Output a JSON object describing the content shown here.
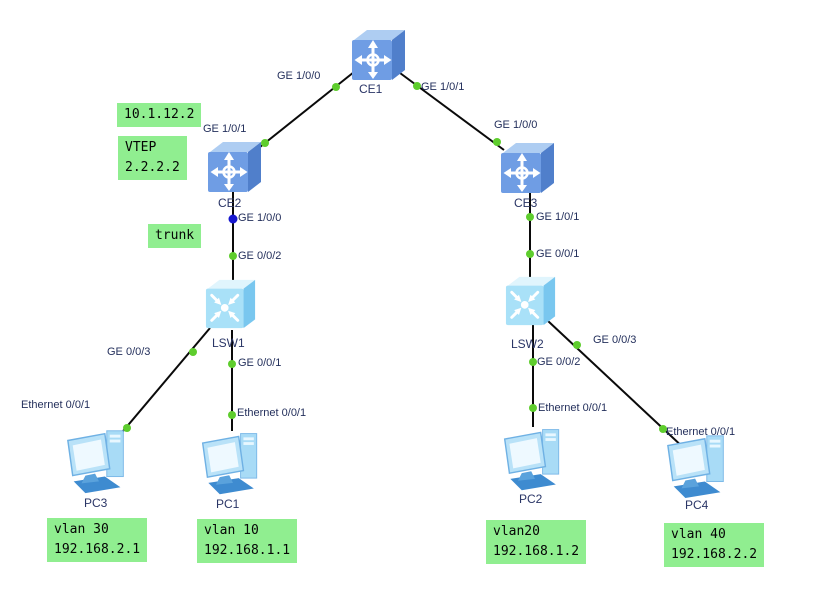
{
  "diagram_type": "network-topology",
  "devices": {
    "ce1": {
      "name": "CE1",
      "kind": "router"
    },
    "ce2": {
      "name": "CE2",
      "kind": "router"
    },
    "ce3": {
      "name": "CE3",
      "kind": "router"
    },
    "lsw1": {
      "name": "LSW1",
      "kind": "switch"
    },
    "lsw2": {
      "name": "LSW2",
      "kind": "switch"
    },
    "pc1": {
      "name": "PC1",
      "kind": "pc"
    },
    "pc2": {
      "name": "PC2",
      "kind": "pc"
    },
    "pc3": {
      "name": "PC3",
      "kind": "pc"
    },
    "pc4": {
      "name": "PC4",
      "kind": "pc"
    }
  },
  "links": [
    {
      "from": "CE1",
      "from_port": "GE 1/0/0",
      "to": "CE2",
      "to_port": "GE 1/0/1"
    },
    {
      "from": "CE1",
      "from_port": "GE 1/0/1",
      "to": "CE3",
      "to_port": "GE 1/0/0"
    },
    {
      "from": "CE2",
      "from_port": "GE 1/0/0",
      "to": "LSW1",
      "to_port": "GE 0/0/2"
    },
    {
      "from": "CE3",
      "from_port": "GE 1/0/1",
      "to": "LSW2",
      "to_port": "GE 0/0/1"
    },
    {
      "from": "LSW1",
      "from_port": "GE 0/0/3",
      "to": "PC3",
      "to_port": "Ethernet 0/0/1"
    },
    {
      "from": "LSW1",
      "from_port": "GE 0/0/1",
      "to": "PC1",
      "to_port": "Ethernet 0/0/1"
    },
    {
      "from": "LSW2",
      "from_port": "GE 0/0/2",
      "to": "PC2",
      "to_port": "Ethernet 0/0/1"
    },
    {
      "from": "LSW2",
      "from_port": "GE 0/0/3",
      "to": "PC4",
      "to_port": "Ethernet 0/0/1"
    }
  ],
  "annotations": {
    "ce2_ip": {
      "line1": "10.1.12.2"
    },
    "vtep": {
      "line1": "VTEP",
      "line2": "2.2.2.2"
    },
    "trunk": {
      "line1": "trunk"
    },
    "pc3_note": {
      "line1": "vlan 30",
      "line2": "192.168.2.1"
    },
    "pc1_note": {
      "line1": "vlan 10",
      "line2": "192.168.1.1"
    },
    "pc2_note": {
      "line1": "vlan20",
      "line2": "192.168.1.2"
    },
    "pc4_note": {
      "line1": "vlan 40",
      "line2": "192.168.2.2"
    }
  },
  "colors": {
    "annotation_bg": "#90ee90",
    "label_text": "#24305c",
    "link": "#0a0a0a",
    "port_dot_up_green": "#5ecd2d",
    "port_dot_blue": "#1717cf"
  }
}
